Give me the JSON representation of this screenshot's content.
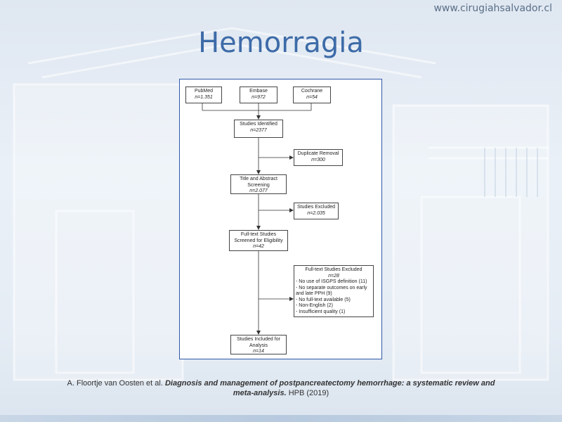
{
  "header": {
    "site_url": "www.cirugiahsalvador.cl",
    "title": "Hemorragia"
  },
  "flowchart": {
    "sources": [
      {
        "label": "PubMed",
        "n": "n=1.351"
      },
      {
        "label": "Embase",
        "n": "n=972"
      },
      {
        "label": "Cochrane",
        "n": "n=54"
      }
    ],
    "identified": {
      "label": "Studies Identified",
      "n": "n=2377"
    },
    "duplicate": {
      "label": "Duplicate Removal",
      "n": "n=300"
    },
    "screening": {
      "line1": "Title and Abstract",
      "line2": "Screening",
      "n": "n=2.077"
    },
    "excluded": {
      "label": "Studies Excluded",
      "n": "n=2.035"
    },
    "fulltext": {
      "line1": "Full-text Studies",
      "line2": "Screened for Eligibility",
      "n": "n=42"
    },
    "fulltext_excluded": {
      "label": "Full-text Studies Excluded",
      "n": "n=28",
      "reasons": [
        "- No use of ISGPS definition (11)",
        "- No separate outcomes on early",
        "and late PPH (9)",
        "- No full-text available (5)",
        "- Non-English (2)",
        "- Insufficient quality (1)"
      ]
    },
    "included": {
      "line1": "Studies Included for",
      "line2": "Analysis",
      "n": "n=14"
    }
  },
  "citation": {
    "authors": "A. Floortje van Oosten et al.",
    "title_line1": "Diagnosis  and management of postpancreatectomy hemorrhage:  a systematic review and",
    "title_line2": "meta-analysis.",
    "journal": "HPB (2019)"
  }
}
